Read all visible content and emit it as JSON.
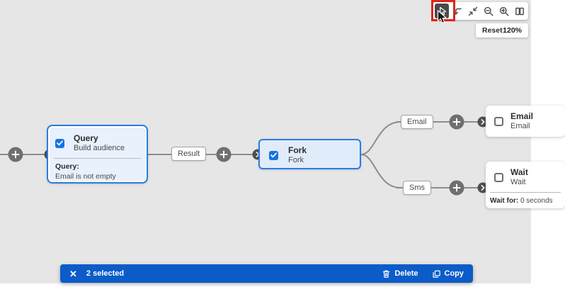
{
  "colors": {
    "canvas_bg": "#e6e6e6",
    "node_border": "#2a7de1",
    "node_fill": "#e8f1fc",
    "checkbox_blue": "#1473e6",
    "edge_gray": "#8c8c8c",
    "selection_bar_bg": "#0b5cc9",
    "annotation_red": "#e02318"
  },
  "toolbar": {
    "reset_label": "Reset",
    "zoom_value": "120%"
  },
  "icons": {
    "toolbar": [
      "cursor",
      "bend-arrow",
      "collapse-diagonal",
      "zoom-out",
      "zoom-in",
      "book"
    ],
    "selection_bar": [
      "close",
      "trash",
      "copy"
    ],
    "connectors": [
      "plus",
      "chevron-right"
    ]
  },
  "nodes": {
    "query": {
      "title": "Query",
      "subtitle": "Build audience",
      "meta_label": "Query:",
      "meta_value": "Email is not empty",
      "checked": true
    },
    "fork": {
      "title": "Fork",
      "subtitle": "Fork",
      "checked": true
    },
    "email": {
      "title": "Email",
      "subtitle": "Email",
      "checked": false
    },
    "wait": {
      "title": "Wait",
      "subtitle": "Wait",
      "meta_label": "Wait for:",
      "meta_value": " 0 seconds",
      "checked": false
    }
  },
  "edge_labels": {
    "result": "Result",
    "email": "Email",
    "sms": "Sms"
  },
  "selection_bar": {
    "count": "2 selected",
    "delete_label": "Delete",
    "copy_label": "Copy"
  }
}
